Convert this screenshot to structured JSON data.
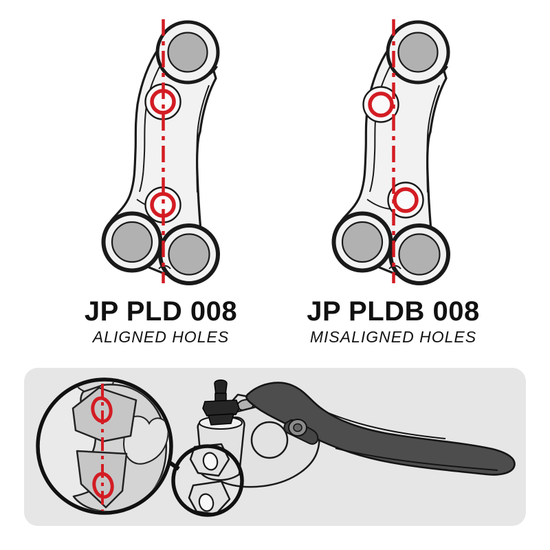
{
  "colors": {
    "page_bg": "#ffffff",
    "accent_red": "#d31c23",
    "outline": "#1a1a1a",
    "plate_fill": "#f2f2f2",
    "boss_gray": "#b1b1b1",
    "panel_bg": "#e6e6e6",
    "body_light": "#e2e2e2",
    "lever_dark": "#4d4d4d"
  },
  "figures": {
    "left": {
      "title": "JP PLD 008",
      "subtitle": "ALIGNED HOLES",
      "alignment": "aligned",
      "hole_markers": "two red circles centered on red dash-dot centerline"
    },
    "right": {
      "title": "JP PLDB 008",
      "subtitle": "MISALIGNED HOLES",
      "alignment": "misaligned",
      "hole_markers": "top red circle offset left of centerline, bottom red circle offset right"
    }
  },
  "bottom_panel": {
    "content": "brake master cylinder with lever; magnifier callout showing clamp bracket holes on red dash-dot centerline",
    "icons": [
      "magnifier-circle",
      "callout-circle",
      "centerline",
      "hole-marker"
    ]
  }
}
